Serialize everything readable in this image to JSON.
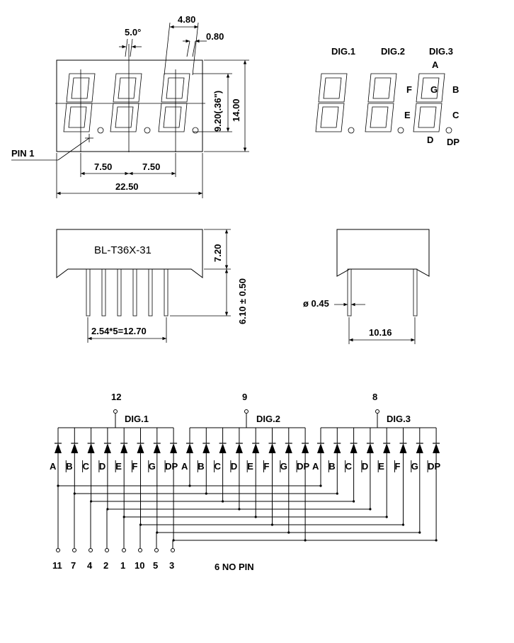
{
  "front_view": {
    "angle": "5.0°",
    "pitch_width": "4.80",
    "seg_width": "0.80",
    "digit_height": "9.20(.36\")",
    "body_height": "14.00",
    "pin1": "PIN 1",
    "pitch_a": "7.50",
    "pitch_b": "7.50",
    "total_width": "22.50"
  },
  "top_right": {
    "digits": [
      "DIG.1",
      "DIG.2",
      "DIG.3"
    ],
    "segments": {
      "a": "A",
      "b": "B",
      "c": "C",
      "d": "D",
      "e": "E",
      "f": "F",
      "g": "G",
      "dp": "DP"
    }
  },
  "side_view": {
    "part_number": "BL-T36X-31",
    "body_height": "7.20",
    "pin_length": "6.10 ± 0.50",
    "pin_pitch": "2.54*5=12.70"
  },
  "end_view": {
    "pin_diameter": "ø 0.45",
    "row_spacing": "10.16"
  },
  "schematic": {
    "commons": [
      {
        "pin": "12",
        "label": "DIG.1"
      },
      {
        "pin": "9",
        "label": "DIG.2"
      },
      {
        "pin": "8",
        "label": "DIG.3"
      }
    ],
    "segment_labels": [
      "A",
      "B",
      "C",
      "D",
      "E",
      "F",
      "G",
      "DP"
    ],
    "bottom_pins": [
      "11",
      "7",
      "4",
      "2",
      "1",
      "10",
      "5",
      "3"
    ],
    "note": "6 NO PIN"
  }
}
